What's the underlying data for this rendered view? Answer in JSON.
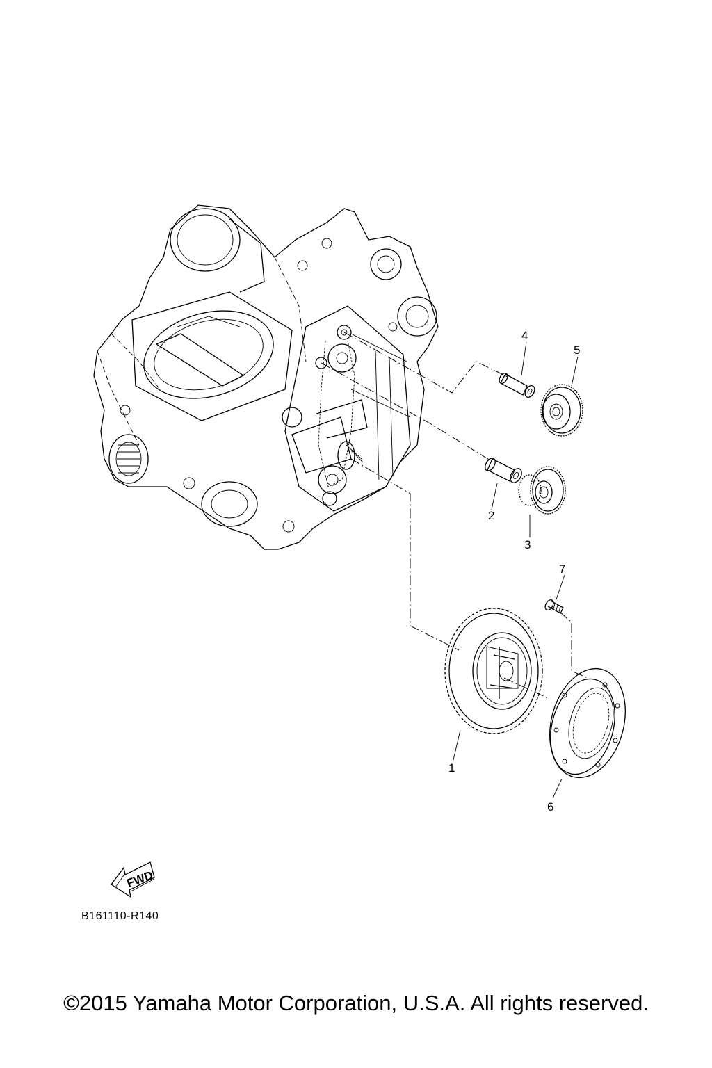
{
  "callouts": [
    {
      "id": "1",
      "label": "1"
    },
    {
      "id": "2",
      "label": "2"
    },
    {
      "id": "3",
      "label": "3"
    },
    {
      "id": "4",
      "label": "4"
    },
    {
      "id": "5",
      "label": "5"
    },
    {
      "id": "6",
      "label": "6"
    },
    {
      "id": "7",
      "label": "7"
    }
  ],
  "fwd_badge": "FWD",
  "diagram_code": "B161110-R140",
  "copyright": "©2015 Yamaha Motor Corporation, U.S.A. All rights reserved.",
  "icons": {
    "direction": "fwd-arrow-icon"
  }
}
